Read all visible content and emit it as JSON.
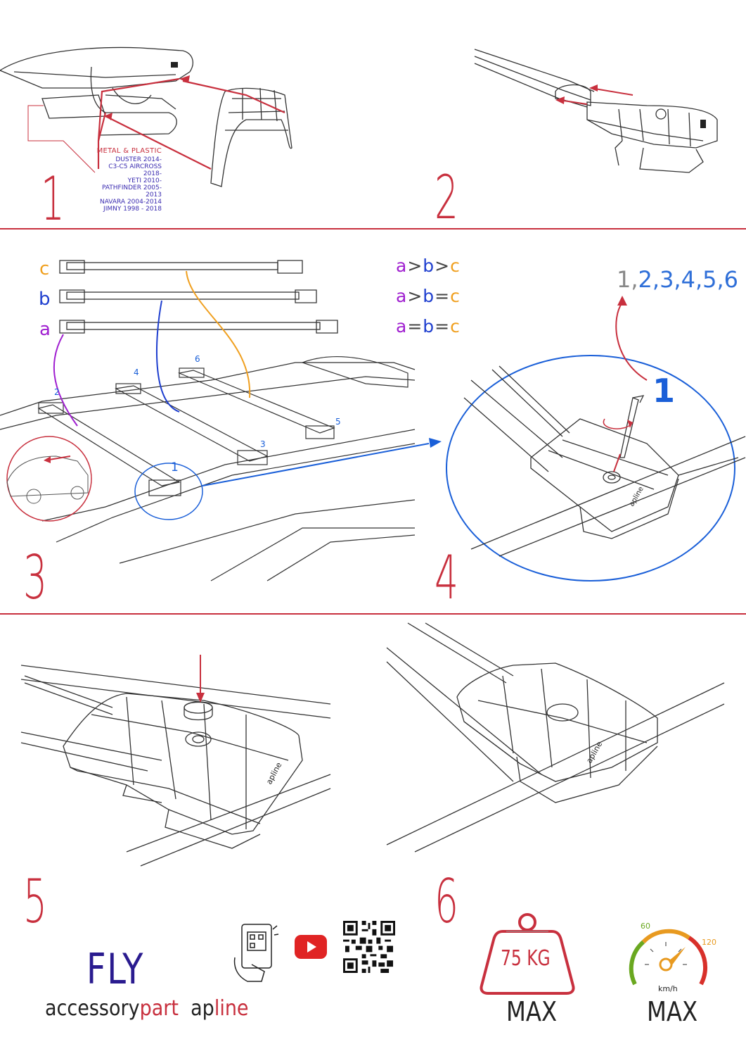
{
  "steps": {
    "s1": "1",
    "s2": "2",
    "s3": "3",
    "s4": "4",
    "s5": "5",
    "s6": "6"
  },
  "compatibility": {
    "heading": "METAL & PLASTIC",
    "models": [
      "DUSTER 2014-",
      "C3-C5 AIRCROSS 2018-",
      "YETI 2010-",
      "PATHFINDER 2005-2013",
      "NAVARA 2004-2014",
      "JIMNY 1998 - 2018"
    ]
  },
  "bars": {
    "c": "c",
    "b": "b",
    "a": "a",
    "positions": [
      "2",
      "4",
      "6",
      "1",
      "3",
      "5"
    ]
  },
  "ratios": [
    {
      "a": "a",
      "op1": ">",
      "b": "b",
      "op2": ">",
      "c": "c"
    },
    {
      "a": "a",
      "op1": ">",
      "b": "b",
      "op2": "=",
      "c": "c"
    },
    {
      "a": "a",
      "op1": "=",
      "b": "b",
      "op2": "=",
      "c": "c"
    }
  ],
  "tighten": {
    "sequence_first": "1,",
    "sequence_rest": "2,3,4,5,6",
    "callout": "1"
  },
  "brand": {
    "product": "FLY",
    "line_part1": "accessory",
    "line_part2": "part",
    "line_part3": "ap",
    "line_part4": "line",
    "logo_text": "apline"
  },
  "limits": {
    "weight": "75 KG",
    "weight_max": "MAX",
    "speed_low": "60",
    "speed_high": "120",
    "speed_unit": "km/h",
    "speed_max": "MAX"
  },
  "colors": {
    "accent_red": "#c8303e",
    "blue": "#1a5fd8",
    "purple": "#a020d0",
    "orange": "#f0a020",
    "brand_navy": "#2a1b8f"
  }
}
